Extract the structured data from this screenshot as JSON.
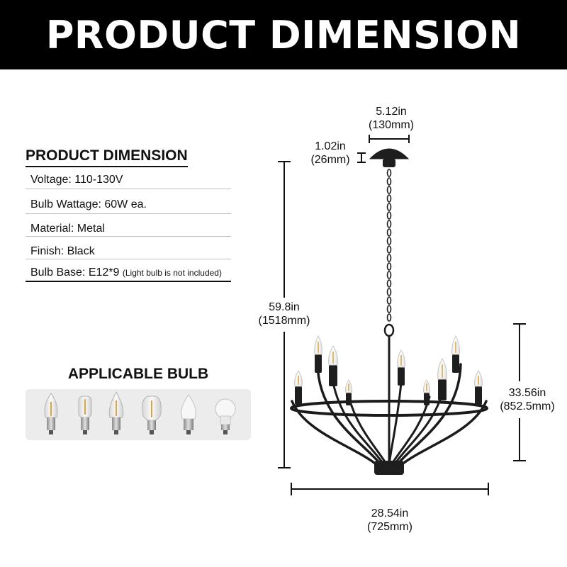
{
  "banner": {
    "title": "PRODUCT DIMENSION"
  },
  "specs": {
    "heading": "PRODUCT DIMENSION",
    "voltage": "Voltage: 110-130V",
    "wattage": "Bulb Wattage: 60W ea.",
    "material": "Material: Metal",
    "finish": "Finish: Black",
    "base": "Bulb Base: E12*9",
    "base_note": "(Light bulb is not included)"
  },
  "bulbs": {
    "title": "APPLICABLE BULB",
    "icons": [
      "candle-bulb-icon",
      "tubular-bulb-icon",
      "flame-tip-bulb-icon",
      "edison-bulb-icon",
      "led-candle-bulb-icon",
      "globe-led-bulb-icon"
    ]
  },
  "dimensions": {
    "canopy_width_in": "5.12in",
    "canopy_width_mm": "(130mm)",
    "canopy_height_in": "1.02in",
    "canopy_height_mm": "(26mm)",
    "total_height_in": "59.8in",
    "total_height_mm": "(1518mm)",
    "body_height_in": "33.56in",
    "body_height_mm": "(852.5mm)",
    "width_in": "28.54in",
    "width_mm": "(725mm)"
  },
  "colors": {
    "banner": "#000000",
    "panel": "#ececec",
    "metal": "#1b1b1b"
  }
}
